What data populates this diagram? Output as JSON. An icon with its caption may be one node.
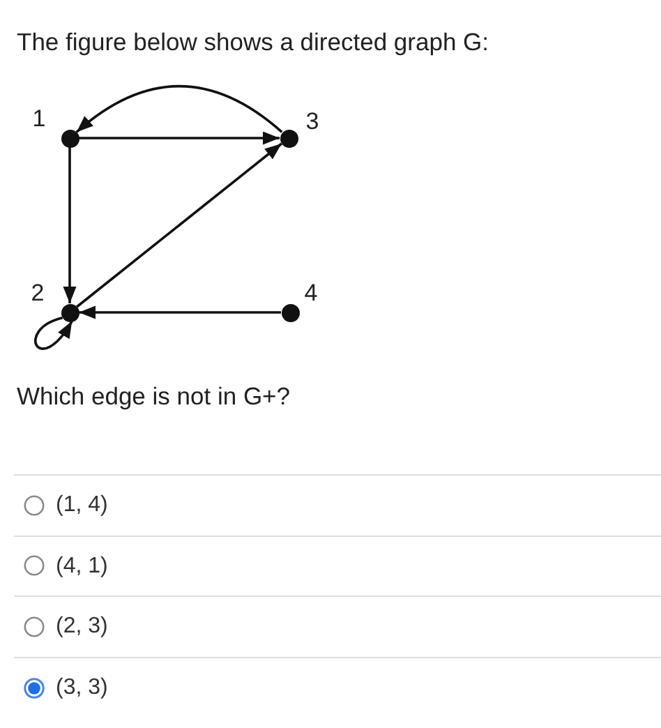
{
  "diagram": {
    "title": "The figure below shows a directed graph G:",
    "nodes": [
      {
        "text": [],
        "shape": "circle",
        "beside": [
          "1"
        ]
      },
      {
        "text": [],
        "shape": "circle",
        "beside": [
          "3"
        ]
      },
      {
        "text": [],
        "shape": "circle",
        "beside": [
          "2"
        ]
      },
      {
        "text": [],
        "shape": "circle",
        "beside": [
          "4"
        ]
      }
    ],
    "edges": [
      {
        "from": 0,
        "to": 1,
        "arrow": "to"
      },
      {
        "from": 1,
        "to": 0,
        "arrow": "to"
      },
      {
        "from": 0,
        "to": 2,
        "arrow": "to"
      },
      {
        "from": 2,
        "to": 1,
        "arrow": "to"
      },
      {
        "from": 3,
        "to": 2,
        "arrow": "to"
      },
      {
        "from": 2,
        "to": 2,
        "arrow": "to"
      }
    ],
    "labels": [
      "Which edge is not in G+?",
      "(1, 4)",
      "(4, 1)",
      "(2, 3)",
      "(3, 3)"
    ]
  }
}
